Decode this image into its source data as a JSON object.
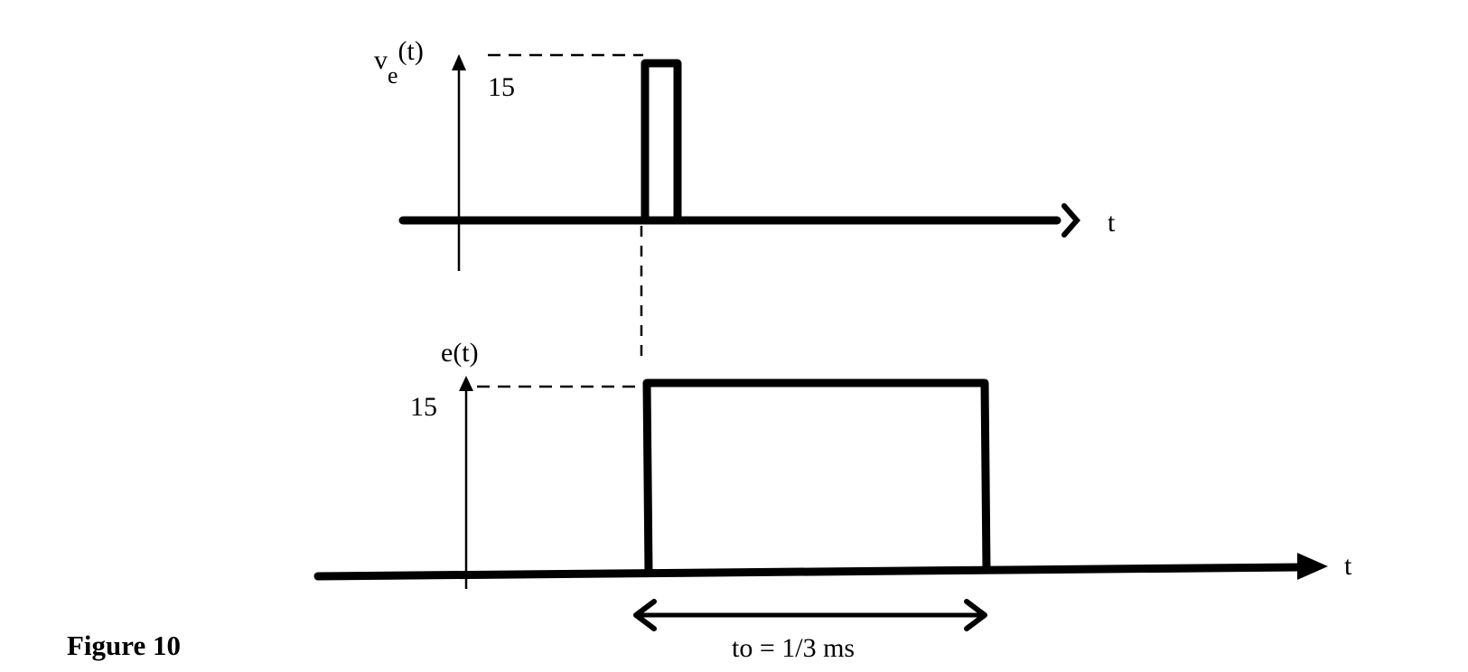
{
  "top_plot": {
    "ylabel_main": "v",
    "ylabel_sub": "e",
    "ylabel_arg": "(t)",
    "level_label": "15",
    "xlabel": "t"
  },
  "bottom_plot": {
    "ylabel": "e(t)",
    "level_label": "15",
    "xlabel": "t"
  },
  "duration_label": "to = 1/3 ms",
  "figure_caption": "Figure 10"
}
